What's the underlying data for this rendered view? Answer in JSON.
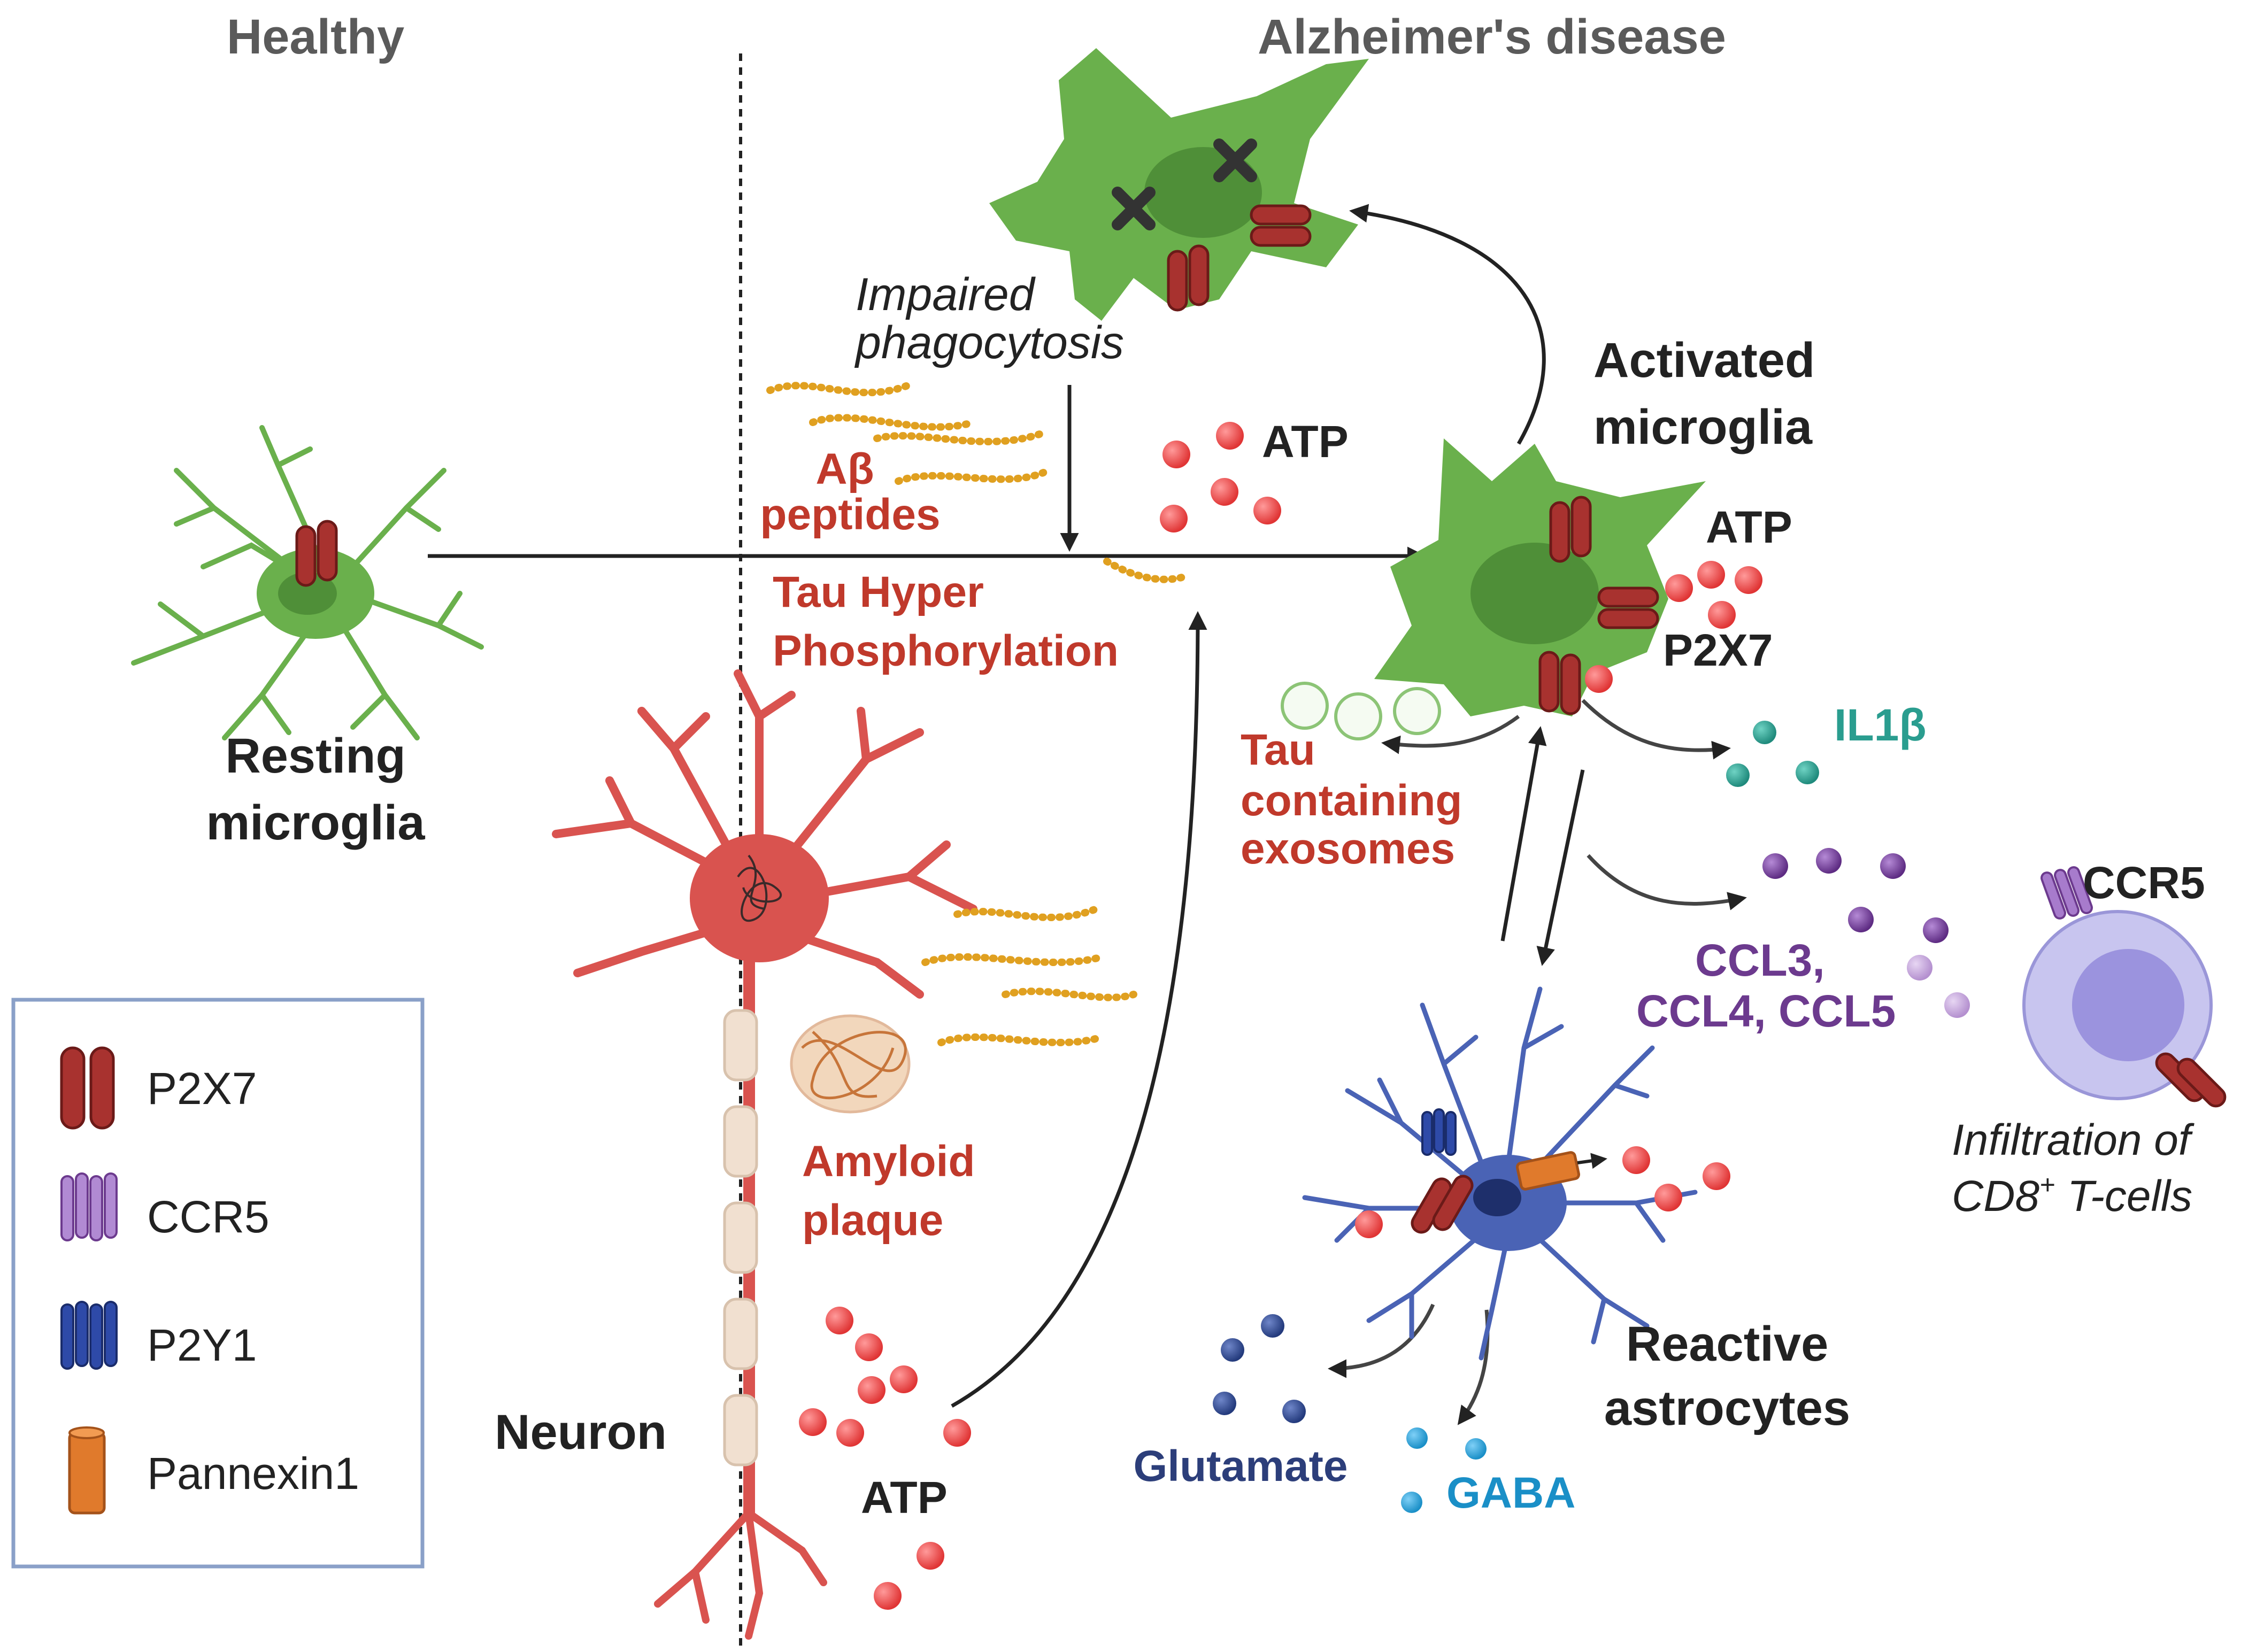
{
  "headers": {
    "healthy": "Healthy",
    "disease": "Alzheimer's disease"
  },
  "labels": {
    "impaired_1": "Impaired",
    "impaired_2": "phagocytosis",
    "abeta_1": "Aβ",
    "abeta_2": "peptides",
    "atp_center": "ATP",
    "activated_1": "Activated",
    "activated_2": "microglia",
    "atp_right": "ATP",
    "p2x7": "P2X7",
    "resting_1": "Resting",
    "resting_2": "microglia",
    "tau_hyper_1": "Tau Hyper",
    "tau_hyper_2": "Phosphorylation",
    "tau_exo_1": "Tau",
    "tau_exo_2": "containing",
    "tau_exo_3": "exosomes",
    "il1b": "IL1β",
    "ccr5": "CCR5",
    "ccl_1": "CCL3,",
    "ccl_2": "CCL4, CCL5",
    "amyloid_1": "Amyloid",
    "amyloid_2": "plaque",
    "infil_1": "Infiltration of",
    "infil_2a": "CD8",
    "infil_2sup": "+",
    "infil_2b": " T-cells",
    "reactive_1": "Reactive",
    "reactive_2": "astrocytes",
    "neuron": "Neuron",
    "atp_bottom": "ATP",
    "glutamate": "Glutamate",
    "gaba": "GABA"
  },
  "legend": {
    "items": [
      {
        "label": "P2X7",
        "icon": "p2x7-receptor-icon"
      },
      {
        "label": "CCR5",
        "icon": "ccr5-receptor-icon"
      },
      {
        "label": "P2Y1",
        "icon": "p2y1-receptor-icon"
      },
      {
        "label": "Pannexin1",
        "icon": "pannexin1-channel-icon"
      }
    ]
  },
  "colors": {
    "red_text": "#c0392b",
    "black_text": "#222222",
    "gray_text": "#5a5a5a",
    "purple_text": "#6c3a8e",
    "teal_text": "#2a9d8f",
    "navy_text": "#2c3e7a",
    "blue_text": "#1a8fc7",
    "microglia_green": "#6ab04c",
    "astrocyte_blue": "#4a63b5",
    "neuron_red": "#d9534f",
    "atp_red": "#e84a4a",
    "legend_border": "#8aa0c8"
  }
}
